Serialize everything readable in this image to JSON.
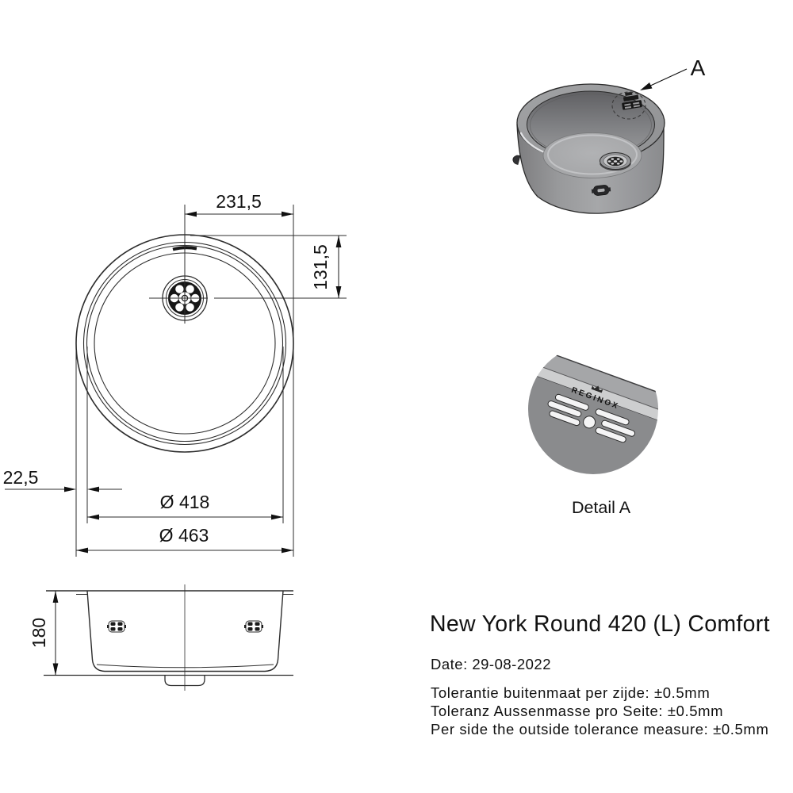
{
  "product": {
    "title": "New York Round 420 (L) Comfort",
    "date_line": "Date: 29-08-2022",
    "tolerance_lines": [
      "Tolerantie buitenmaat per zijde: ±0.5mm",
      "Toleranz Aussenmasse pro Seite: ±0.5mm",
      "Per side the outside tolerance measure: ±0.5mm"
    ]
  },
  "views": {
    "top_view": {
      "dim_center_to_edge": "231,5",
      "dim_top_to_drain": "131,5",
      "dim_rim_width": "22,5",
      "dim_bowl_diameter": "Ø 418",
      "dim_outer_diameter": "Ø 463"
    },
    "side_view": {
      "dim_depth": "180"
    },
    "iso_view": {
      "detail_ref": "A"
    },
    "detail_view": {
      "label": "Detail A",
      "brand": "REGINOX"
    }
  },
  "colors": {
    "line": "#2d2d2d",
    "steel_body": "#97989a",
    "steel_dark_wall": "#6a6a6d",
    "steel_floor": "#a7a8aa",
    "detail_dark": "#8a8b8d",
    "detail_band_light": "#cdcecf",
    "detail_band_gray": "#a5a6a8"
  }
}
